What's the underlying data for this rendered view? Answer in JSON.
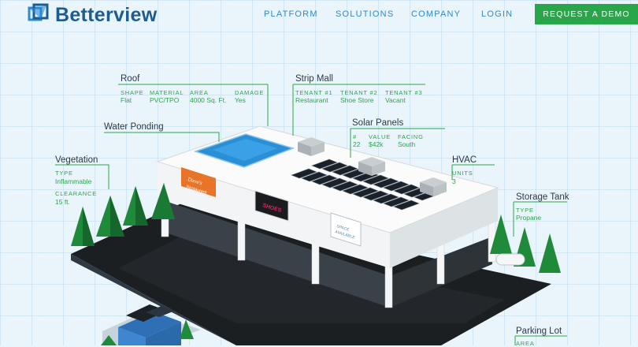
{
  "brand": {
    "name": "Betterview",
    "color": "#1d5c8f"
  },
  "nav": {
    "links": [
      "PLATFORM",
      "SOLUTIONS",
      "COMPANY",
      "LOGIN"
    ],
    "cta": "REQUEST A DEMO",
    "link_color": "#2a8ad4",
    "cta_color": "#2aa64a"
  },
  "labels": {
    "roof": {
      "title": "Roof",
      "fields": [
        {
          "k": "SHAPE",
          "v": "Flat"
        },
        {
          "k": "MATERIAL",
          "v": "PVC/TPO"
        },
        {
          "k": "AREA",
          "v": "4000 Sq. Ft."
        },
        {
          "k": "DAMAGE",
          "v": "Yes"
        }
      ]
    },
    "strip_mall": {
      "title": "Strip Mall",
      "fields": [
        {
          "k": "TENANT #1",
          "v": "Restaurant"
        },
        {
          "k": "TENANT #2",
          "v": "Shoe Store"
        },
        {
          "k": "TENANT #3",
          "v": "Vacant"
        }
      ]
    },
    "water_ponding": {
      "title": "Water Ponding"
    },
    "solar_panels": {
      "title": "Solar Panels",
      "fields": [
        {
          "k": "#",
          "v": "22"
        },
        {
          "k": "VALUE",
          "v": "$42k"
        },
        {
          "k": "FACING",
          "v": "South"
        }
      ]
    },
    "vegetation": {
      "title": "Vegetation",
      "fields": [
        {
          "k": "TYPE",
          "v": "Inflammable"
        },
        {
          "k": "CLEARANCE",
          "v": "15 ft."
        }
      ]
    },
    "hvac": {
      "title": "HVAC",
      "fields": [
        {
          "k": "UNITS",
          "v": "3"
        }
      ]
    },
    "storage_tank": {
      "title": "Storage Tank",
      "fields": [
        {
          "k": "TYPE",
          "v": "Propane"
        }
      ]
    },
    "parking_lot": {
      "title": "Parking Lot",
      "fields": [
        {
          "k": "AREA",
          "v": ""
        }
      ]
    }
  },
  "signs": {
    "restaurant": [
      "Dave's",
      "Restaurant"
    ],
    "shoes": [
      "SHOES"
    ],
    "vacant": [
      "SPACE",
      "AVAILABLE"
    ]
  },
  "colors": {
    "accent_green": "#2aa64a",
    "label_dark": "#2b3a45"
  }
}
